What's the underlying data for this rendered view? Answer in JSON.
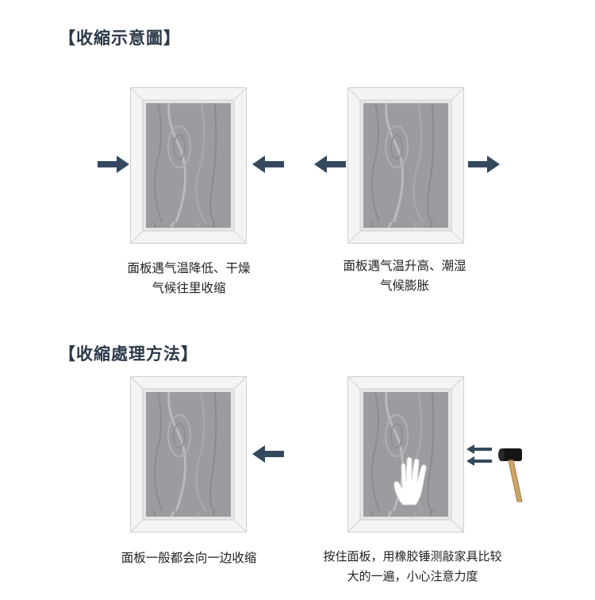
{
  "section1": {
    "title": "【收縮示意圖】",
    "panel_left": {
      "caption_line1": "面板遇气温降低、干燥",
      "caption_line2": "气候往里收缩"
    },
    "panel_right": {
      "caption_line1": "面板遇气温升高、潮湿",
      "caption_line2": "气候膨胀"
    }
  },
  "section2": {
    "title": "【收縮處理方法】",
    "panel_left": {
      "caption_line1": "面板一般都会向一边收缩"
    },
    "panel_right": {
      "caption_line1": "按住面板，用橡胶锤测敲家具比较",
      "caption_line2": "大的一遍，小心注意力度"
    }
  },
  "colors": {
    "arrow": "#34495e",
    "frame": "#f4f4f4",
    "frame_edge": "#cfcfcf",
    "panel": "#9a9c9f",
    "heading": "#2c3a4a",
    "mallet_head": "#151515",
    "mallet_handle": "#cfa468"
  },
  "icons": [
    "arrow-right-icon",
    "arrow-left-icon",
    "hand-icon",
    "rubber-mallet-icon"
  ]
}
